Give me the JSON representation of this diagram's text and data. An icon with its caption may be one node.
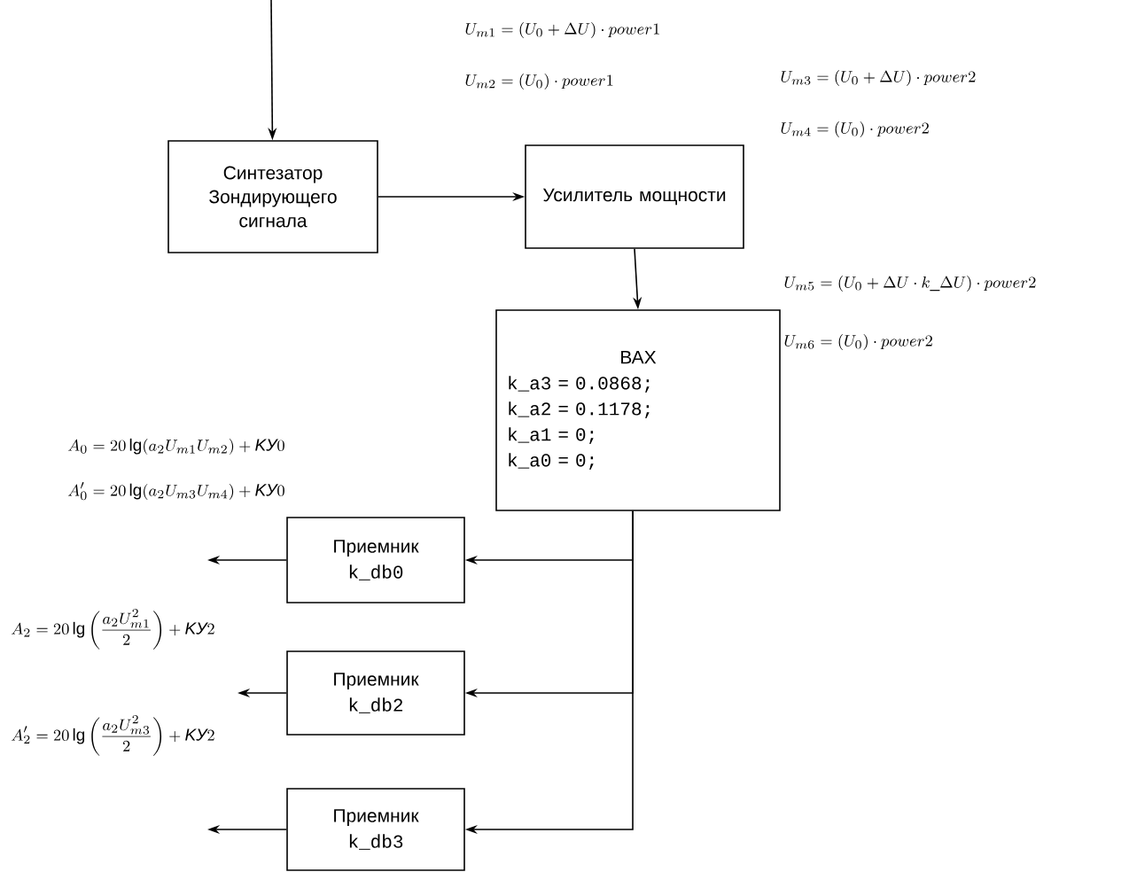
{
  "diagram": {
    "nodes": [
      {
        "text": [
          "Синтезатор Зондирующего сигнала"
        ]
      },
      {
        "text": [
          "Усилитель мощности"
        ]
      },
      {
        "text": [
          "ВАХ",
          "k_a3 = 0.0868;",
          "k_a2 = 0.1178;",
          "k_a1 = 0;",
          "k_a0 = 0;"
        ]
      },
      {
        "text": [
          "Приемник",
          "k_db0"
        ]
      },
      {
        "text": [
          "Приемник",
          "k_db2"
        ]
      },
      {
        "text": [
          "Приемник",
          "k_db3"
        ]
      }
    ],
    "edges": [
      {
        "from": null,
        "to": 0,
        "arrow": "to"
      },
      {
        "from": 0,
        "to": 1,
        "arrow": "to"
      },
      {
        "from": 1,
        "to": 2,
        "arrow": "to"
      },
      {
        "from": 2,
        "to": 3,
        "arrow": "to"
      },
      {
        "from": 2,
        "to": 4,
        "arrow": "to"
      },
      {
        "from": 2,
        "to": 5,
        "arrow": "to"
      },
      {
        "from": 3,
        "to": null,
        "arrow": "to"
      },
      {
        "from": 4,
        "to": null,
        "arrow": "to"
      },
      {
        "from": 5,
        "to": null,
        "arrow": "to"
      }
    ],
    "labels": [
      "U_{m1}=(U_0+\\Delta U)\\cdot power1",
      "U_{m2}=(U_0)\\cdot power1",
      "U_{m3}=(U_0+\\Delta U)\\cdot power2",
      "U_{m4}=(U_0)\\cdot power2",
      "U_{m5}=(U_0+\\Delta U\\cdot k\\_\\Delta U)\\cdot power2",
      "U_{m6}=(U_0)\\cdot power2",
      "A_0=20\\lg(a_2U_{m1}U_{m2})+\\textit{KУ}0",
      "A_0'=20\\lg(a_2U_{m3}U_{m4})+\\textit{KУ}0",
      "A_2=20\\lg\\left(\\frac{a_2U_{m1}^2}{2}\\right)+\\textit{KУ}2",
      "A_2'=20\\lg\\left(\\frac{a_2U_{m3}^2}{2}\\right)+\\textit{KУ}2"
    ]
  }
}
